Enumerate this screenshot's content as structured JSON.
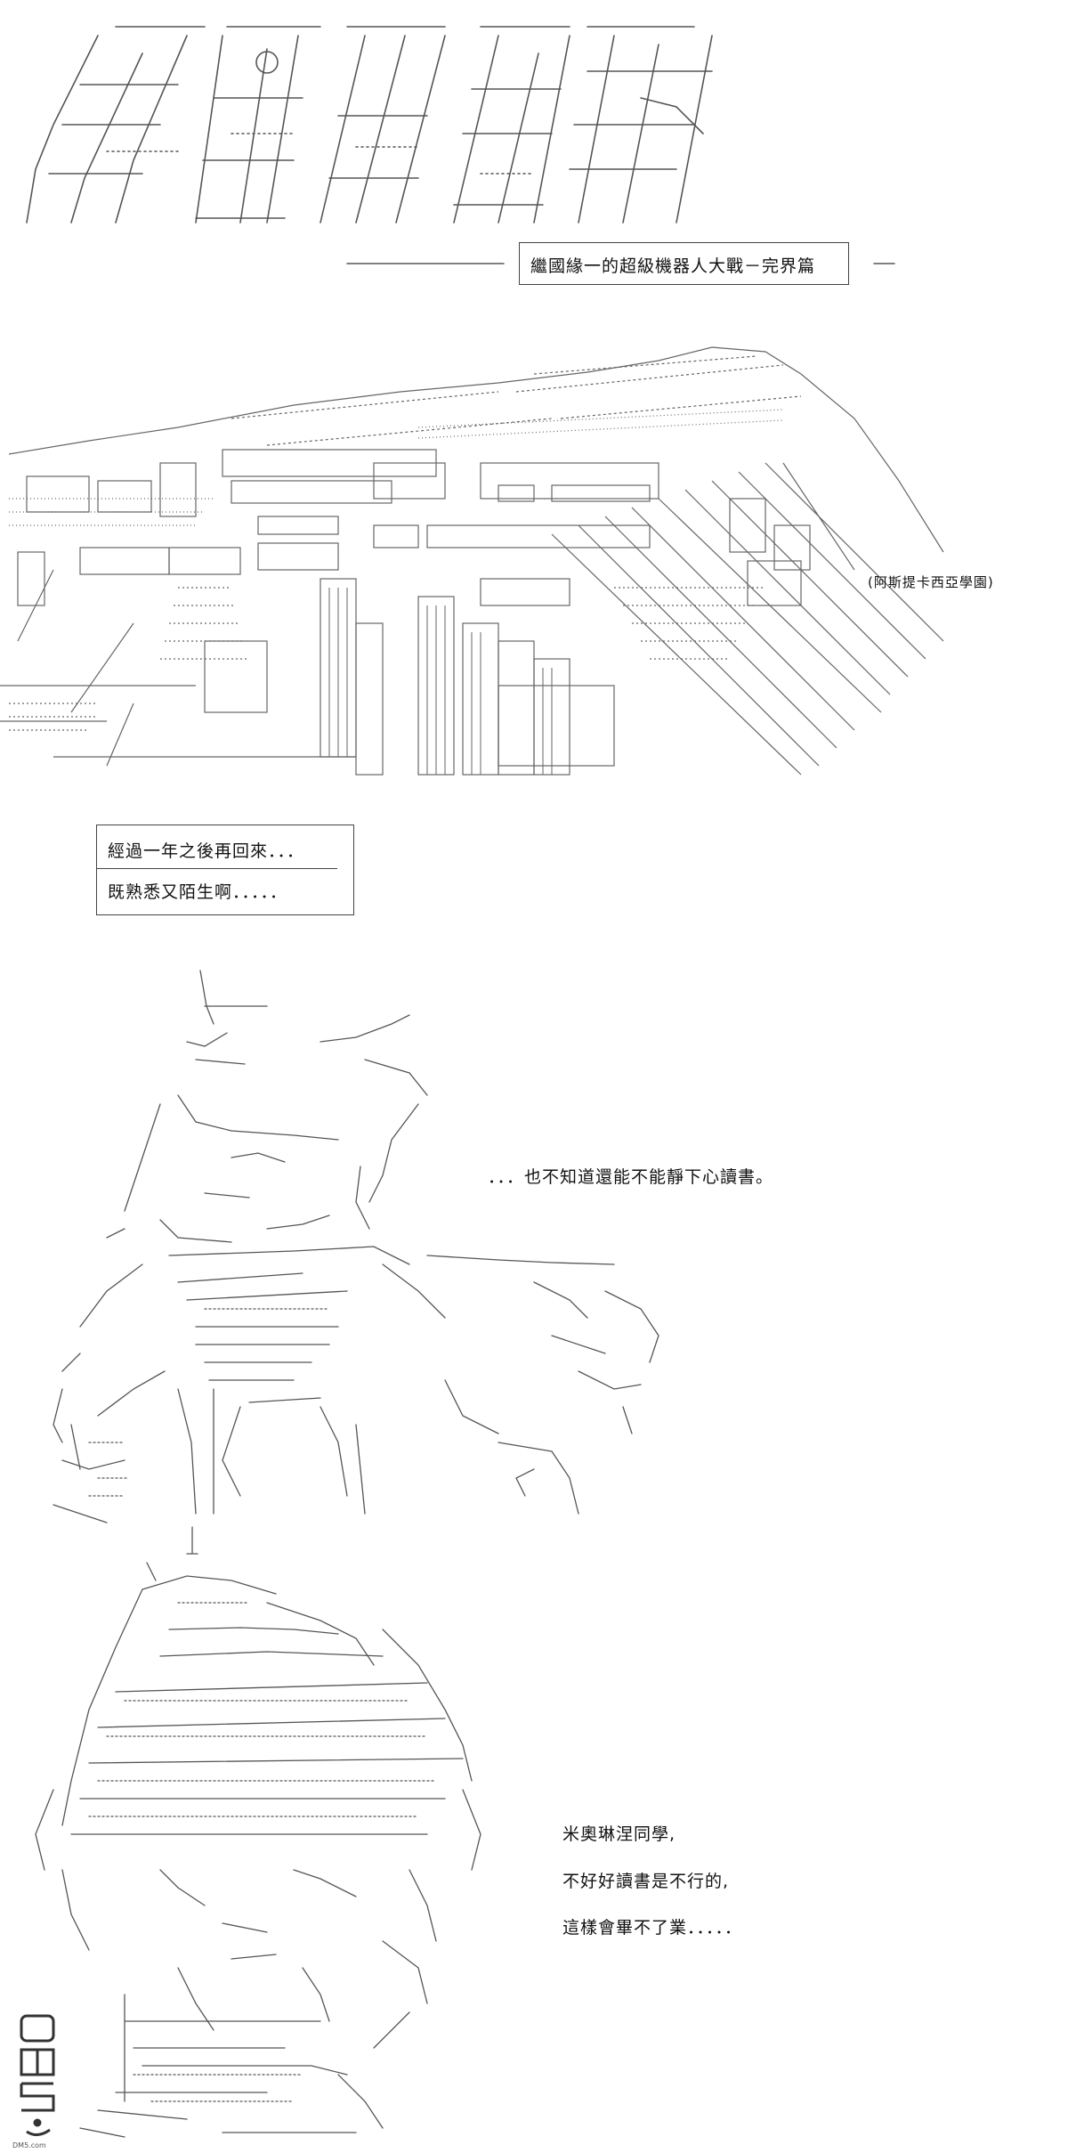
{
  "title_caption": "繼國緣一的超級機器人大戰－完界篇",
  "location_label": "(阿斯提卡西亞學園)",
  "narration": {
    "line1": "經過一年之後再回來．．．",
    "line2": "既熟悉又陌生啊．．．．．"
  },
  "monologue": "．．．也不知道還能不能靜下心讀書。",
  "dialogue": {
    "line1": "米奧琳涅同學,",
    "line2": "不好好讀書是不行的,",
    "line3": "這樣會畢不了業．．．．．"
  },
  "watermark": "DM5.com"
}
